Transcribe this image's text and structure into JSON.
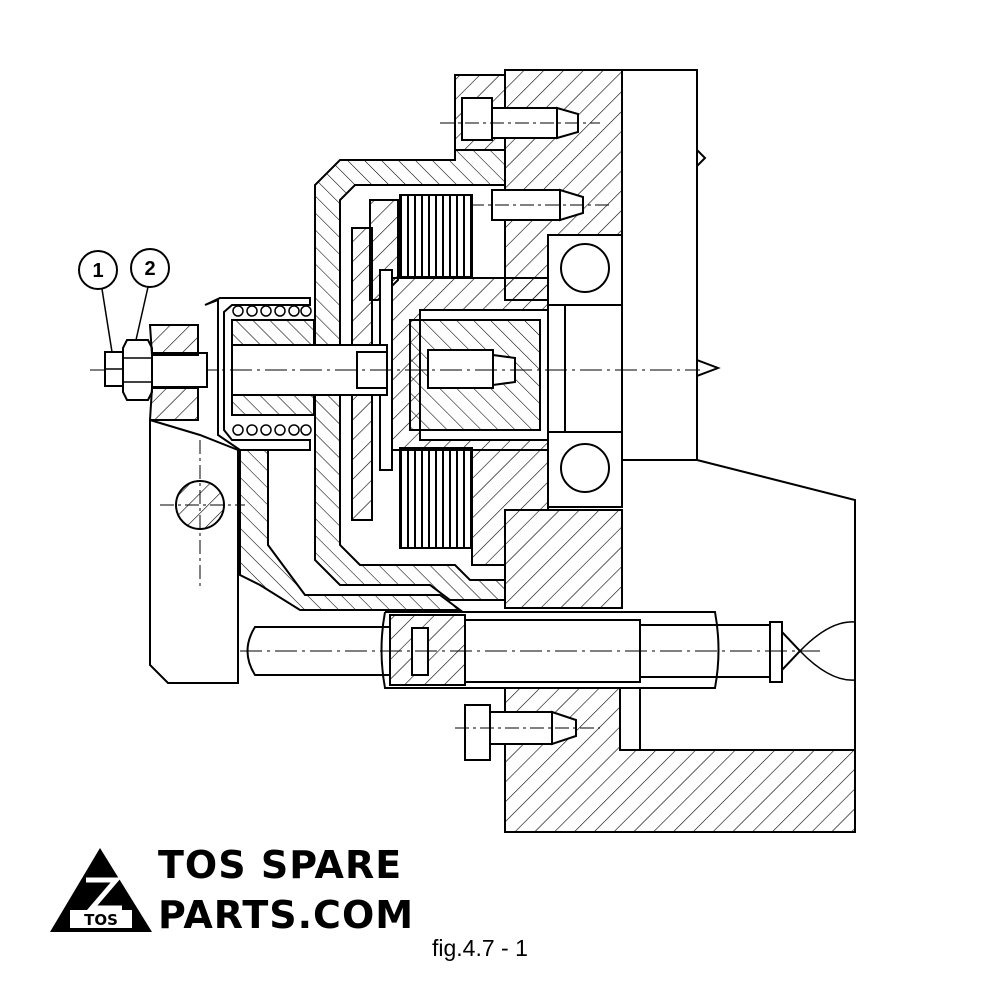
{
  "callouts": [
    {
      "number": "1"
    },
    {
      "number": "2"
    }
  ],
  "logo": {
    "line1": "TOS SPARE",
    "line2": "PARTS.COM",
    "emblem_text": "TOS"
  },
  "caption": "fig.4.7 - 1",
  "colors": {
    "ink": "#000000",
    "paper": "#ffffff"
  }
}
